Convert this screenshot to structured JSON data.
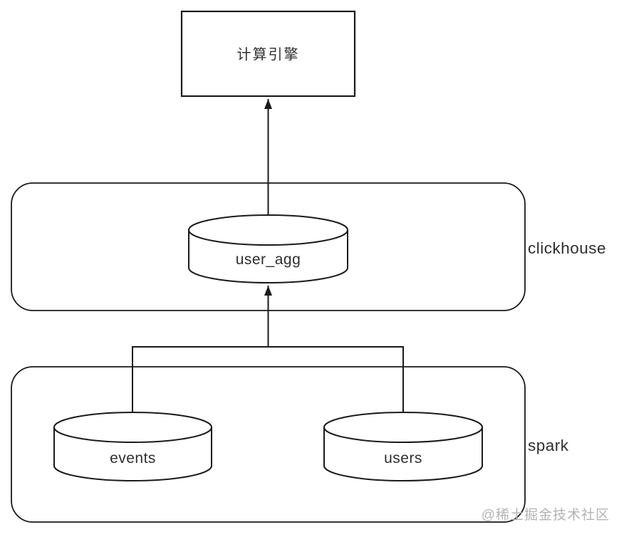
{
  "diagram": {
    "compute_engine": {
      "label": "计算引擎"
    },
    "clickhouse": {
      "group_label": "clickhouse",
      "user_agg": {
        "label": "user_agg"
      }
    },
    "spark": {
      "group_label": "spark",
      "events": {
        "label": "events"
      },
      "users": {
        "label": "users"
      }
    },
    "watermark": {
      "label": "@稀土掘金技术社区"
    },
    "colors": {
      "line": "#1a1a1a",
      "label": "#2e2e2e",
      "watermark": "#b3b3b3",
      "background": "#ffffff"
    }
  }
}
